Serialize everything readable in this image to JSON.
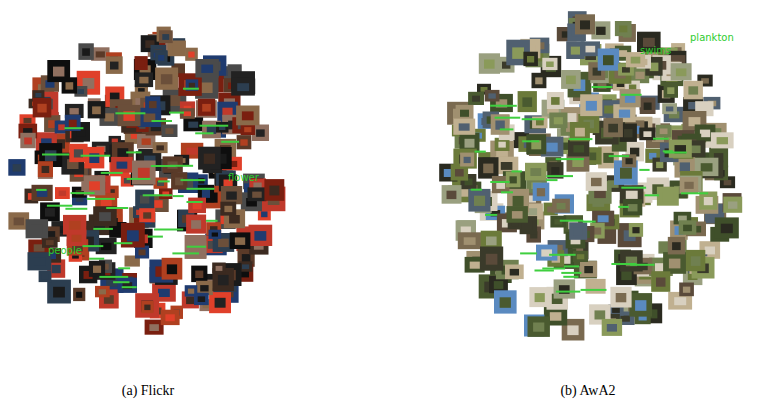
{
  "diagram": {
    "labels": [
      "people",
      "flower",
      "swims",
      "plankton",
      "(a) Flickr",
      "(b) AwA2"
    ]
  }
}
